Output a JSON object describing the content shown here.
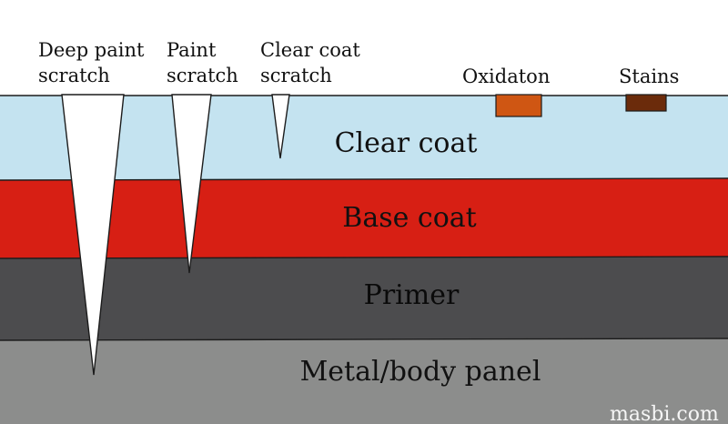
{
  "labels": {
    "deep_paint_scratch": [
      "Deep paint",
      "scratch"
    ],
    "paint_scratch": [
      "Paint",
      "scratch"
    ],
    "clear_coat_scratch": [
      "Clear coat",
      "scratch"
    ],
    "oxidation": "Oxidaton",
    "stains": "Stains"
  },
  "layers": {
    "clear_coat": "Clear coat",
    "base_coat": "Base coat",
    "primer": "Primer",
    "metal": "Metal/body panel"
  },
  "watermark": "masbi.com",
  "colors": {
    "clear_coat": "#c4e3f0",
    "base_coat": "#d71f14",
    "primer": "#4c4c4e",
    "metal": "#8c8d8c",
    "oxidation": "#cf5613",
    "stains": "#6b2b0b",
    "outline": "#1c1c1c"
  }
}
